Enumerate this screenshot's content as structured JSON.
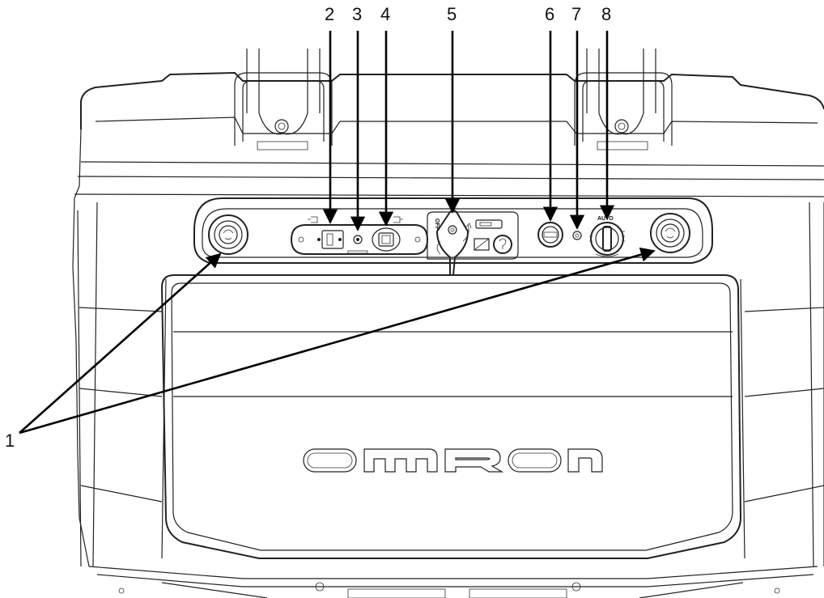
{
  "callouts": [
    {
      "id": "1",
      "label": "1"
    },
    {
      "id": "2",
      "label": "2"
    },
    {
      "id": "3",
      "label": "3"
    },
    {
      "id": "4",
      "label": "4"
    },
    {
      "id": "5",
      "label": "5"
    },
    {
      "id": "6",
      "label": "6"
    },
    {
      "id": "7",
      "label": "7"
    },
    {
      "id": "8",
      "label": "8"
    }
  ],
  "brand_logo_text": "OMRON",
  "panel_markings": {
    "key_switch_off": "OFF",
    "mode_switch_auto": "AUTO"
  },
  "colors": {
    "line": "#222222",
    "background": "#ffffff"
  }
}
